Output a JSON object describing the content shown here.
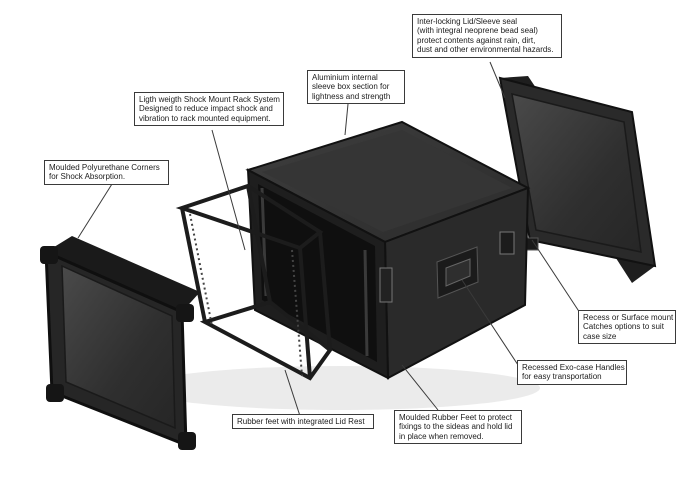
{
  "callouts": {
    "lid_seal": [
      "Inter-locking Lid/Sleeve seal",
      "(with integral neoprene bead seal)",
      "protect contents against rain, dirt,",
      "dust and other environmental hazards."
    ],
    "sleeve": [
      "Aluminium internal",
      "sleeve box section for",
      "lightness and strength"
    ],
    "shock_rack": [
      "Ligth weigth Shock Mount Rack System",
      "Designed to reduce impact shock and",
      "vibration to rack mounted equipment."
    ],
    "corners": [
      "Moulded  Polyurethane Corners",
      "for Shock Absorption."
    ],
    "catches": [
      "Recess or Surface mount",
      "Catches options to suit",
      "case size"
    ],
    "handles": [
      "Recessed Exo-case Handles",
      "for easy transportation"
    ],
    "rubber_feet_lid": [
      "Rubber feet with integrated Lid Rest"
    ],
    "rubber_feet": [
      "Moulded Rubber Feet to protect",
      "fixings to the sideas and hold lid",
      "in place when removed."
    ]
  },
  "colors": {
    "case_front": "#2c2c2c",
    "case_top": "#3b3b3b",
    "case_side": "#242424",
    "edge": "#111111",
    "leader": "#3a3a3a"
  }
}
